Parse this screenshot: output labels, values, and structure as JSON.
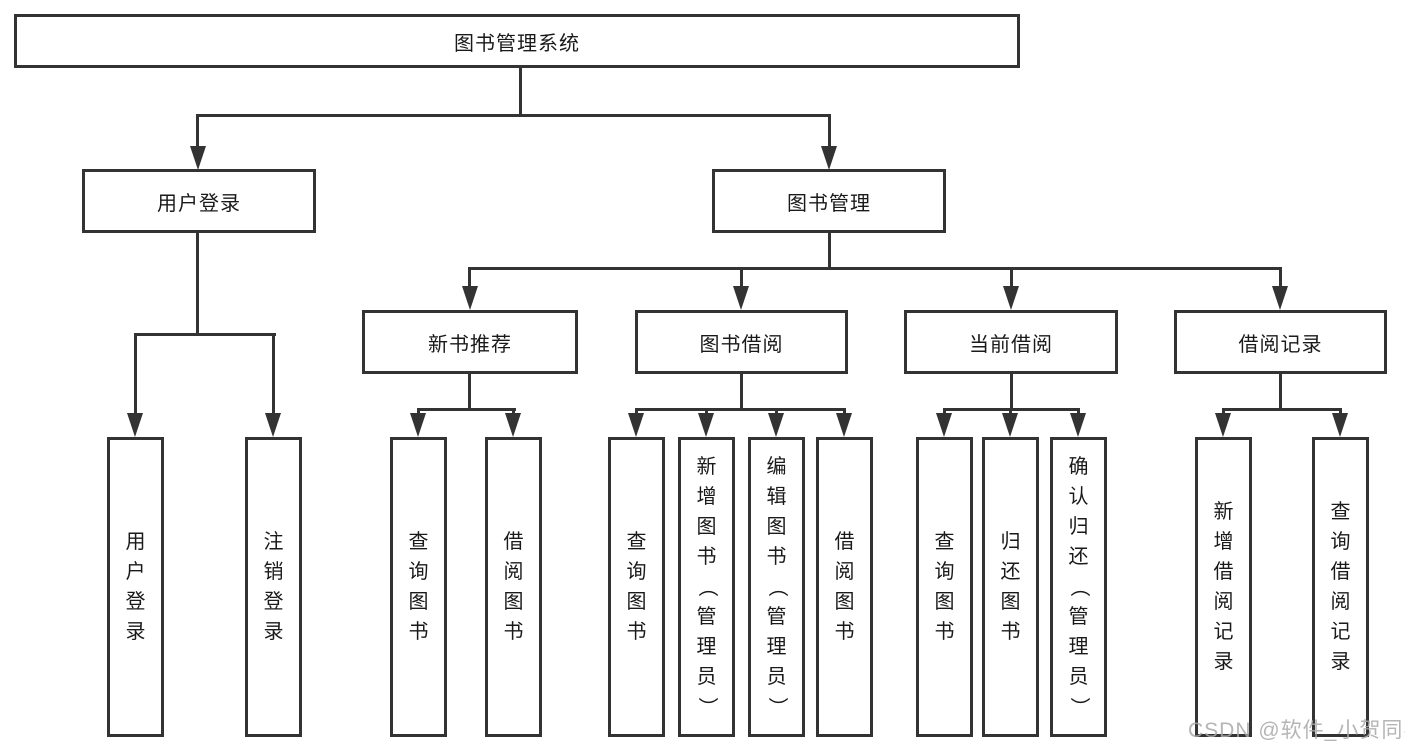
{
  "diagram": {
    "root_label": "图书管理系统",
    "level2": {
      "user_login": "用户登录",
      "book_management": "图书管理"
    },
    "level3": {
      "new_book_rec": "新书推荐",
      "book_borrow": "图书借阅",
      "current_borrow": "当前借阅",
      "borrow_records": "借阅记录"
    },
    "leaves": {
      "user_login": [
        "用户登录",
        "注销登录"
      ],
      "new_book_rec": [
        "查询图书",
        "借阅图书"
      ],
      "book_borrow": [
        "查询图书",
        "新增图书（管理员）",
        "编辑图书（管理员）",
        "借阅图书"
      ],
      "current_borrow": [
        "查询图书",
        "归还图书",
        "确认归还（管理员）"
      ],
      "borrow_records": [
        "新增借阅记录",
        "查询借阅记录"
      ]
    }
  },
  "watermark": "CSDN @软件_小贺同学",
  "colors": {
    "line": "#333333",
    "text": "#1a1a1a",
    "watermark": "#a9a9a9",
    "background": "#ffffff"
  }
}
